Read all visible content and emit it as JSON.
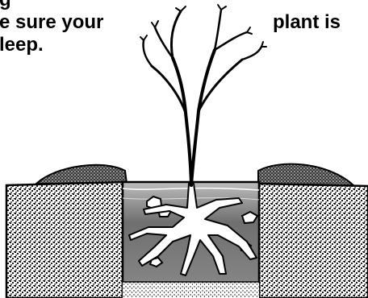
{
  "caption": {
    "line1": "g",
    "line2_left": "e sure your",
    "line2_right": "plant is",
    "line3": "leep."
  },
  "colors": {
    "ink": "#000000",
    "paper": "#ffffff",
    "soil_band": "#7a7a7a",
    "mound": "#555555"
  },
  "icons": [
    "tree-sapling-icon",
    "root-system-icon",
    "rock-icon",
    "soil-mound-icon"
  ]
}
